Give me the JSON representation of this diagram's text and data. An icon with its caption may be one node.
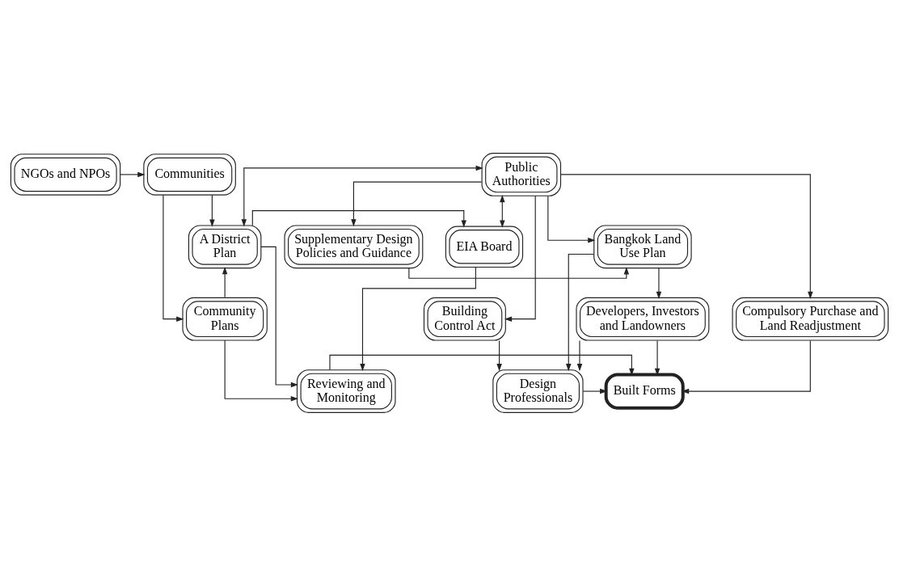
{
  "diagram": {
    "nodes": [
      {
        "text": [
          "Public Authorities"
        ]
      },
      {
        "text": [
          "Compulsory Purchase and Land Readjustment"
        ]
      },
      {
        "text": [
          "Building Control Act"
        ]
      },
      {
        "text": [
          "A District Plan"
        ]
      },
      {
        "text": [
          "EIA Board"
        ]
      },
      {
        "text": [
          "Bangkok Land Use Plan"
        ]
      },
      {
        "text": [
          "Supplementary Design Policies and Guidance"
        ]
      },
      {
        "text": [
          "Reviewing and Monitoring"
        ]
      },
      {
        "text": [
          "Built Forms"
        ]
      },
      {
        "text": [
          "Design Professionals"
        ]
      },
      {
        "text": [
          "Developers, Investors and Landowners"
        ]
      },
      {
        "text": [
          "Community Plans"
        ]
      },
      {
        "text": [
          "NGOs and NPOs"
        ]
      },
      {
        "text": [
          "Communities"
        ]
      }
    ],
    "edges": [
      {
        "from": 0,
        "to": 3,
        "arrow": "both"
      },
      {
        "from": 0,
        "to": 4,
        "arrow": "both"
      },
      {
        "from": 0,
        "to": 1,
        "arrow": "to"
      },
      {
        "from": 0,
        "to": 2,
        "arrow": "to"
      },
      {
        "from": 0,
        "to": 5,
        "arrow": "to"
      },
      {
        "from": 0,
        "to": 6,
        "arrow": "to"
      },
      {
        "from": 3,
        "to": 4,
        "arrow": "to"
      },
      {
        "from": 3,
        "to": 7,
        "arrow": "to"
      },
      {
        "from": 4,
        "to": 7,
        "arrow": "to"
      },
      {
        "from": 6,
        "to": 5,
        "arrow": "to"
      },
      {
        "from": 1,
        "to": 8,
        "arrow": "to"
      },
      {
        "from": 2,
        "to": 9,
        "arrow": "to"
      },
      {
        "from": 5,
        "to": 9,
        "arrow": "to"
      },
      {
        "from": 5,
        "to": 10,
        "arrow": "to"
      },
      {
        "from": 7,
        "to": 8,
        "arrow": "to"
      },
      {
        "from": 9,
        "to": 8,
        "arrow": "to"
      },
      {
        "from": 10,
        "to": 9,
        "arrow": "to"
      },
      {
        "from": 10,
        "to": 8,
        "arrow": "to"
      },
      {
        "from": 11,
        "to": 7,
        "arrow": "to"
      },
      {
        "from": 11,
        "to": 3,
        "arrow": "to"
      },
      {
        "from": 13,
        "to": 3,
        "arrow": "to"
      },
      {
        "from": 13,
        "to": 11,
        "arrow": "to"
      },
      {
        "from": 12,
        "to": 13,
        "arrow": "to"
      }
    ]
  }
}
